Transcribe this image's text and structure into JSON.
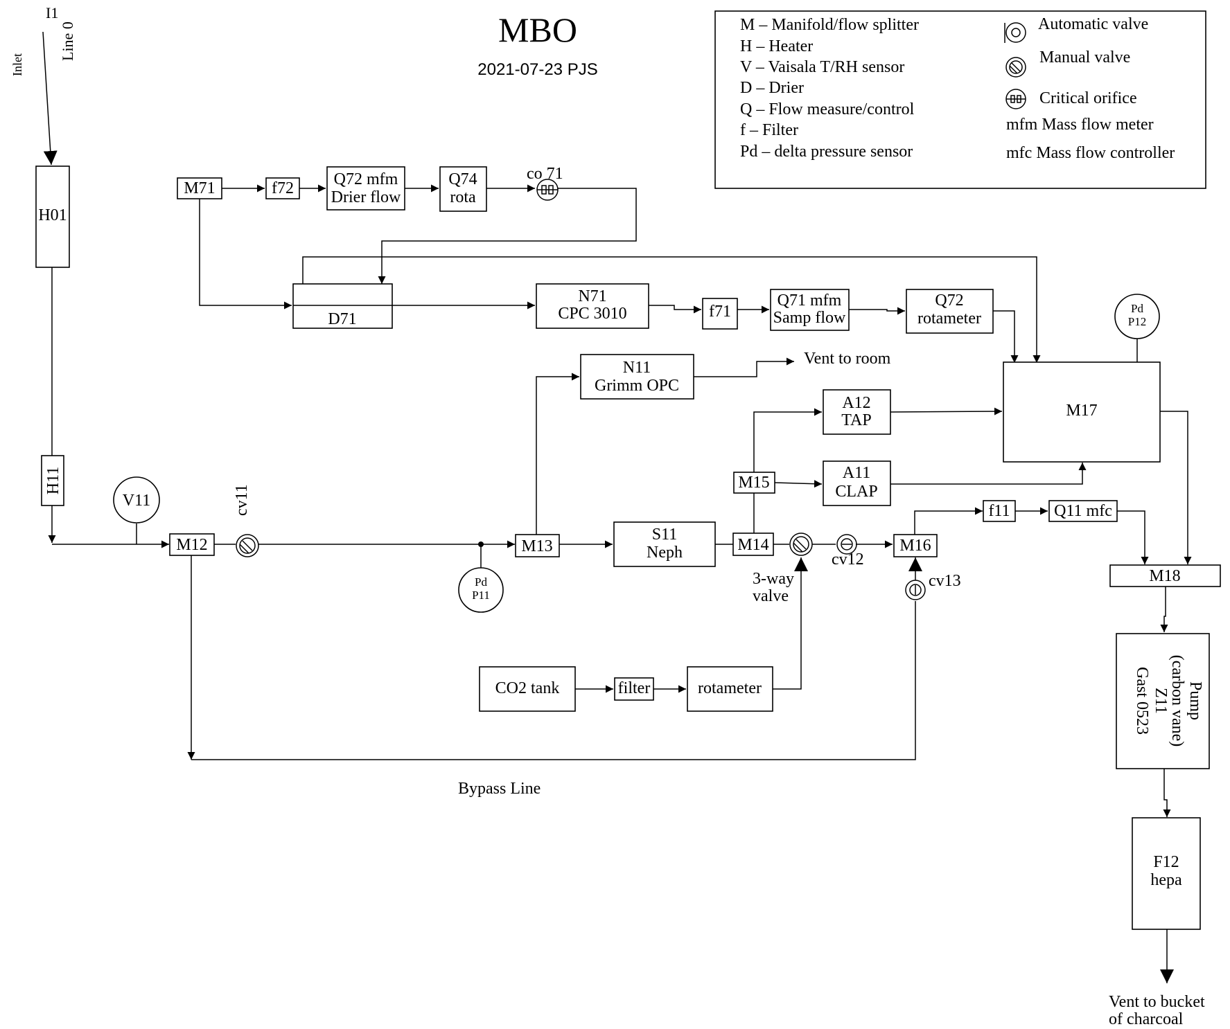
{
  "title": "MBO",
  "subtitle": "2021-07-23 PJS",
  "legend": {
    "abbreviations": [
      "M – Manifold/flow splitter",
      "H – Heater",
      "V – Vaisala T/RH sensor",
      "D – Drier",
      "Q – Flow measure/control",
      "f  –  Filter",
      "Pd –  delta pressure sensor"
    ],
    "automatic_valve": "Automatic valve",
    "manual_valve": "Manual valve",
    "critical_orifice": "Critical orifice",
    "mfm": "mfm Mass flow meter",
    "mfc": "mfc Mass flow controller"
  },
  "inlet": {
    "label": "Inlet",
    "line_label": "Line 0",
    "id": "I1"
  },
  "components": {
    "h01": "H01",
    "h11": "H11",
    "v11": "V11",
    "m12": "M12",
    "cv11": "cv11",
    "pd_p11": [
      "Pd",
      "P11"
    ],
    "m13": "M13",
    "n11": [
      "N11",
      "Grimm OPC"
    ],
    "vent_room": "Vent to room",
    "s11": [
      "S11",
      "Neph"
    ],
    "m14": "M14",
    "m15": "M15",
    "a12": [
      "A12",
      "TAP"
    ],
    "a11": [
      "A11",
      "CLAP"
    ],
    "three_way": [
      "3-way",
      "valve"
    ],
    "cv12": "cv12",
    "m16": "M16",
    "cv13": "cv13",
    "f11": "f11",
    "q11": "Q11 mfc",
    "m17": "M17",
    "pd_p12": [
      "Pd",
      "P12"
    ],
    "m18": "M18",
    "pump": [
      "Pump",
      "(carbon vane)",
      "Z11",
      "Gast 0523"
    ],
    "f12": [
      "F12",
      "hepa"
    ],
    "vent_bucket": [
      "Vent to bucket",
      "of charcoal"
    ],
    "m71": "M71",
    "f72": "f72",
    "q72_mfm": [
      "Q72 mfm",
      "Drier flow"
    ],
    "q74": [
      "Q74",
      "rota"
    ],
    "co71": "co 71",
    "d71": "D71",
    "n71": [
      "N71",
      "CPC 3010"
    ],
    "f71": "f71",
    "q71": [
      "Q71 mfm",
      "Samp flow"
    ],
    "q72_rot": [
      "Q72",
      "rotameter"
    ],
    "co2_tank": "CO2 tank",
    "filter": "filter",
    "rotameter": "rotameter",
    "bypass": "Bypass Line"
  }
}
